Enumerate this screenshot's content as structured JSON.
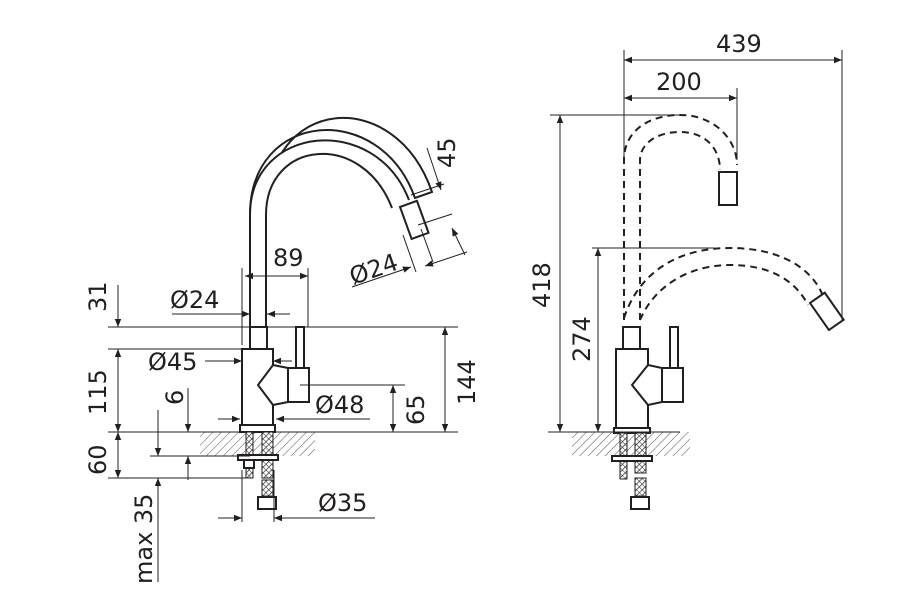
{
  "colors": {
    "ink": "#231f20",
    "background": "#ffffff"
  },
  "front_view": {
    "labels": {
      "height_top": "31",
      "height_body": "115",
      "height_below": "60",
      "max_counter": "max 35",
      "plate": "6",
      "reach_89": "89",
      "dia_neck": "Ø24",
      "dia_body": "Ø45",
      "dia_base": "Ø48",
      "dia_hole": "Ø35",
      "height_lever": "144",
      "height_handle": "65",
      "nozzle_length": "45",
      "nozzle_dia": "Ø24"
    }
  },
  "side_view": {
    "labels": {
      "reach_max": "439",
      "reach_min": "200",
      "height_max": "418",
      "height_min": "274"
    }
  }
}
